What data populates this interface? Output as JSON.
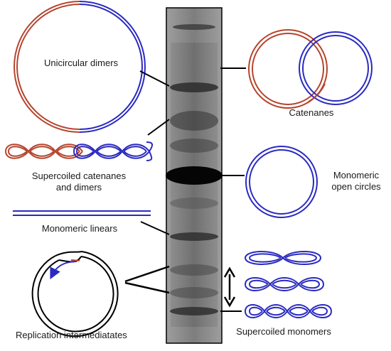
{
  "labels": {
    "unicircular_dimers": "Unicircular dimers",
    "supercoiled_catenanes_line1": "Supercoiled catenanes",
    "supercoiled_catenanes_line2": "and dimers",
    "monomeric_linears": "Monomeric linears",
    "replication_intermediates": "Replication intermediatates",
    "catenanes": "Catenanes",
    "monomeric_open_circles_line1": "Monomeric",
    "monomeric_open_circles_line2": "open circles",
    "supercoiled_monomers": "Supercoiled monomers"
  },
  "colors": {
    "strand_red": "#b5452f",
    "strand_blue": "#2a2ac0",
    "line": "#000000"
  }
}
